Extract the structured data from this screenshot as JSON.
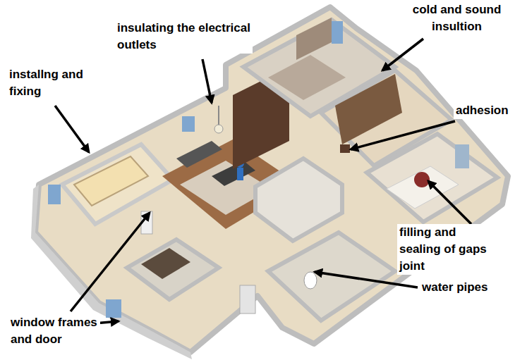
{
  "diagram": {
    "labels": [
      "installng and fixing",
      "insulating the electrical outlets",
      "cold and sound insultion",
      "adhesion",
      "filling and sealing of gaps joint",
      "water pipes",
      "window frames and door"
    ]
  }
}
